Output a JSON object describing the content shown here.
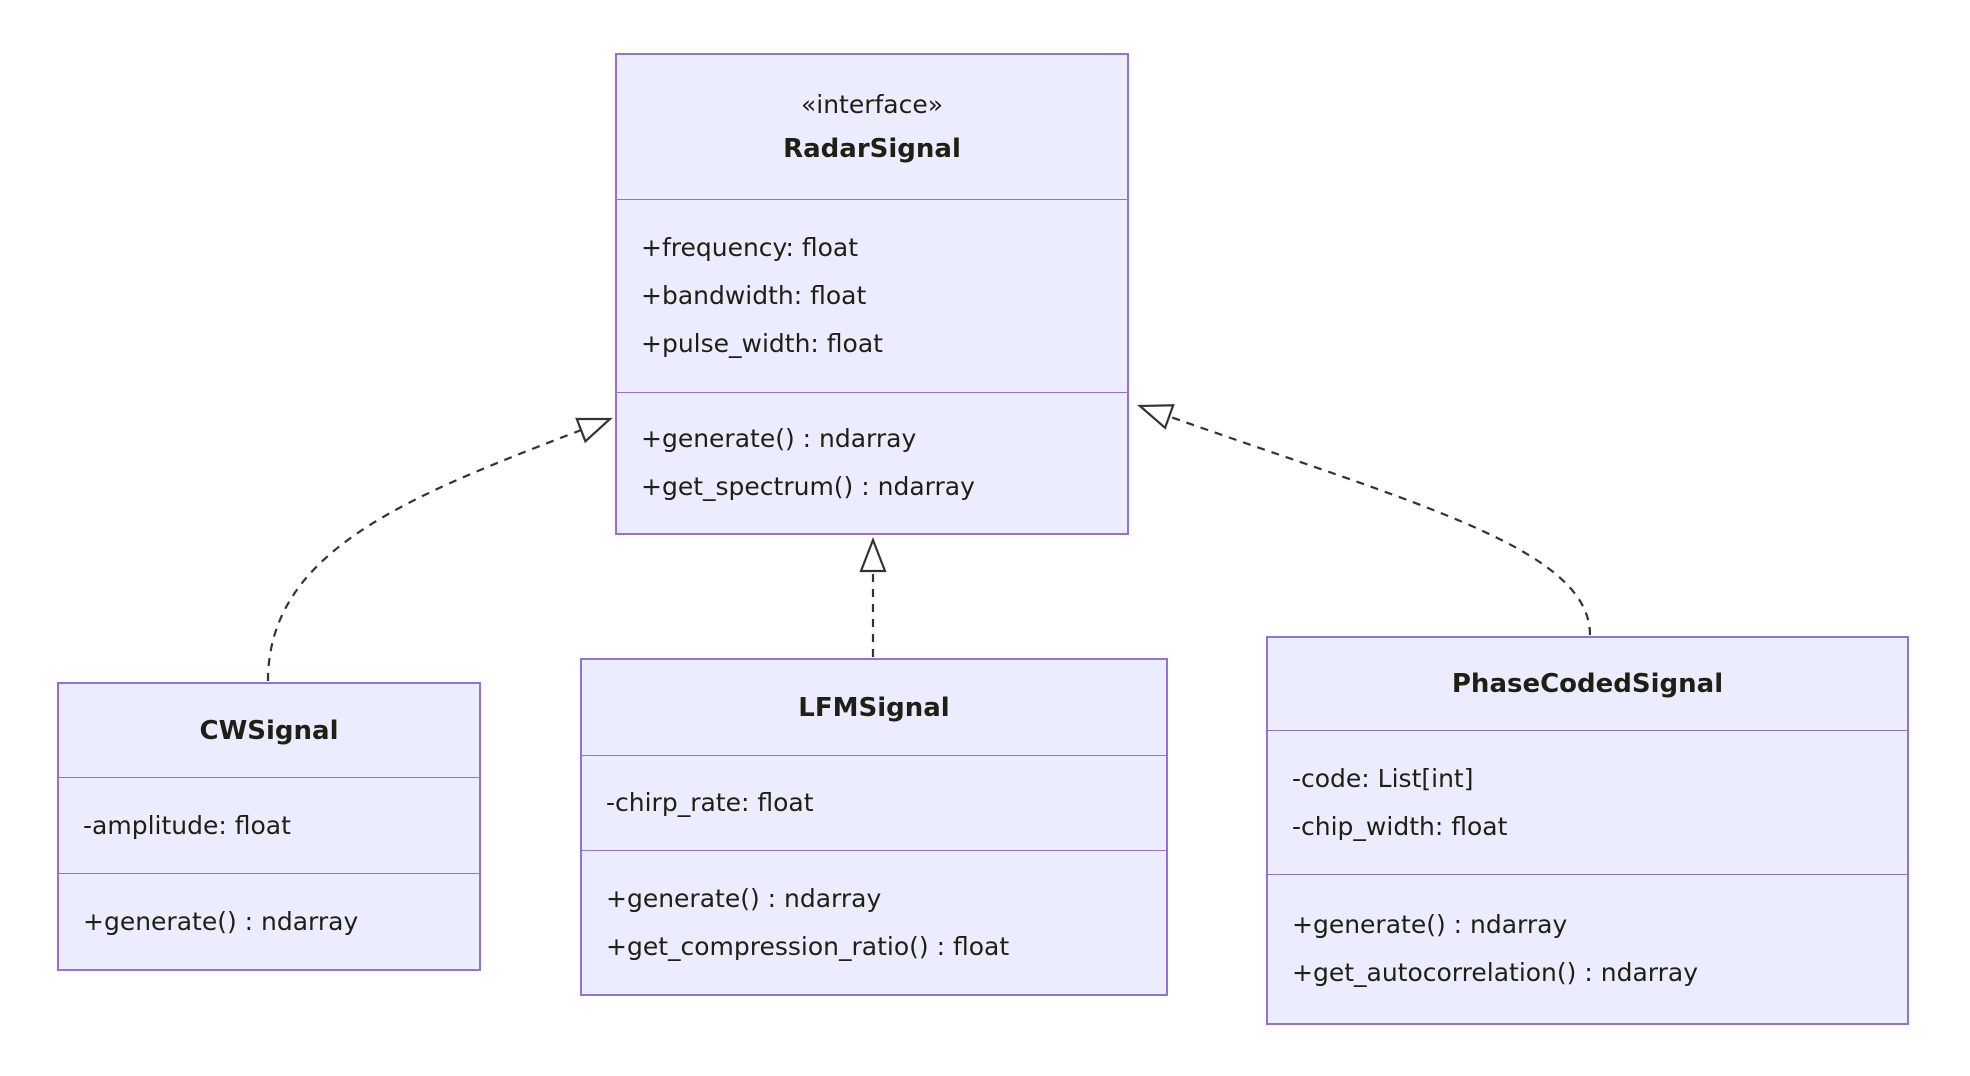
{
  "diagram": {
    "type": "uml-class-diagram",
    "colors": {
      "box_fill": "#ECECFF",
      "box_border": "#9370DB",
      "text": "#1f1f14",
      "arrow": "#333333",
      "background": "#FFFFFF"
    },
    "classes": [
      {
        "name": "RadarSignal",
        "stereotype": "«interface»",
        "attributes": [
          "+frequency: float",
          "+bandwidth: float",
          "+pulse_width: float"
        ],
        "methods": [
          "+generate() : ndarray",
          "+get_spectrum() : ndarray"
        ]
      },
      {
        "name": "CWSignal",
        "attributes": [
          "-amplitude: float"
        ],
        "methods": [
          "+generate() : ndarray"
        ]
      },
      {
        "name": "LFMSignal",
        "attributes": [
          "-chirp_rate: float"
        ],
        "methods": [
          "+generate() : ndarray",
          "+get_compression_ratio() : float"
        ]
      },
      {
        "name": "PhaseCodedSignal",
        "attributes": [
          "-code: List[int]",
          "-chip_width: float"
        ],
        "methods": [
          "+generate() : ndarray",
          "+get_autocorrelation() : ndarray"
        ]
      }
    ],
    "relations": [
      {
        "from": "CWSignal",
        "to": "RadarSignal",
        "type": "realization",
        "line": "dashed",
        "arrowhead": "hollow-triangle"
      },
      {
        "from": "LFMSignal",
        "to": "RadarSignal",
        "type": "realization",
        "line": "dashed",
        "arrowhead": "hollow-triangle"
      },
      {
        "from": "PhaseCodedSignal",
        "to": "RadarSignal",
        "type": "realization",
        "line": "dashed",
        "arrowhead": "hollow-triangle"
      }
    ]
  }
}
